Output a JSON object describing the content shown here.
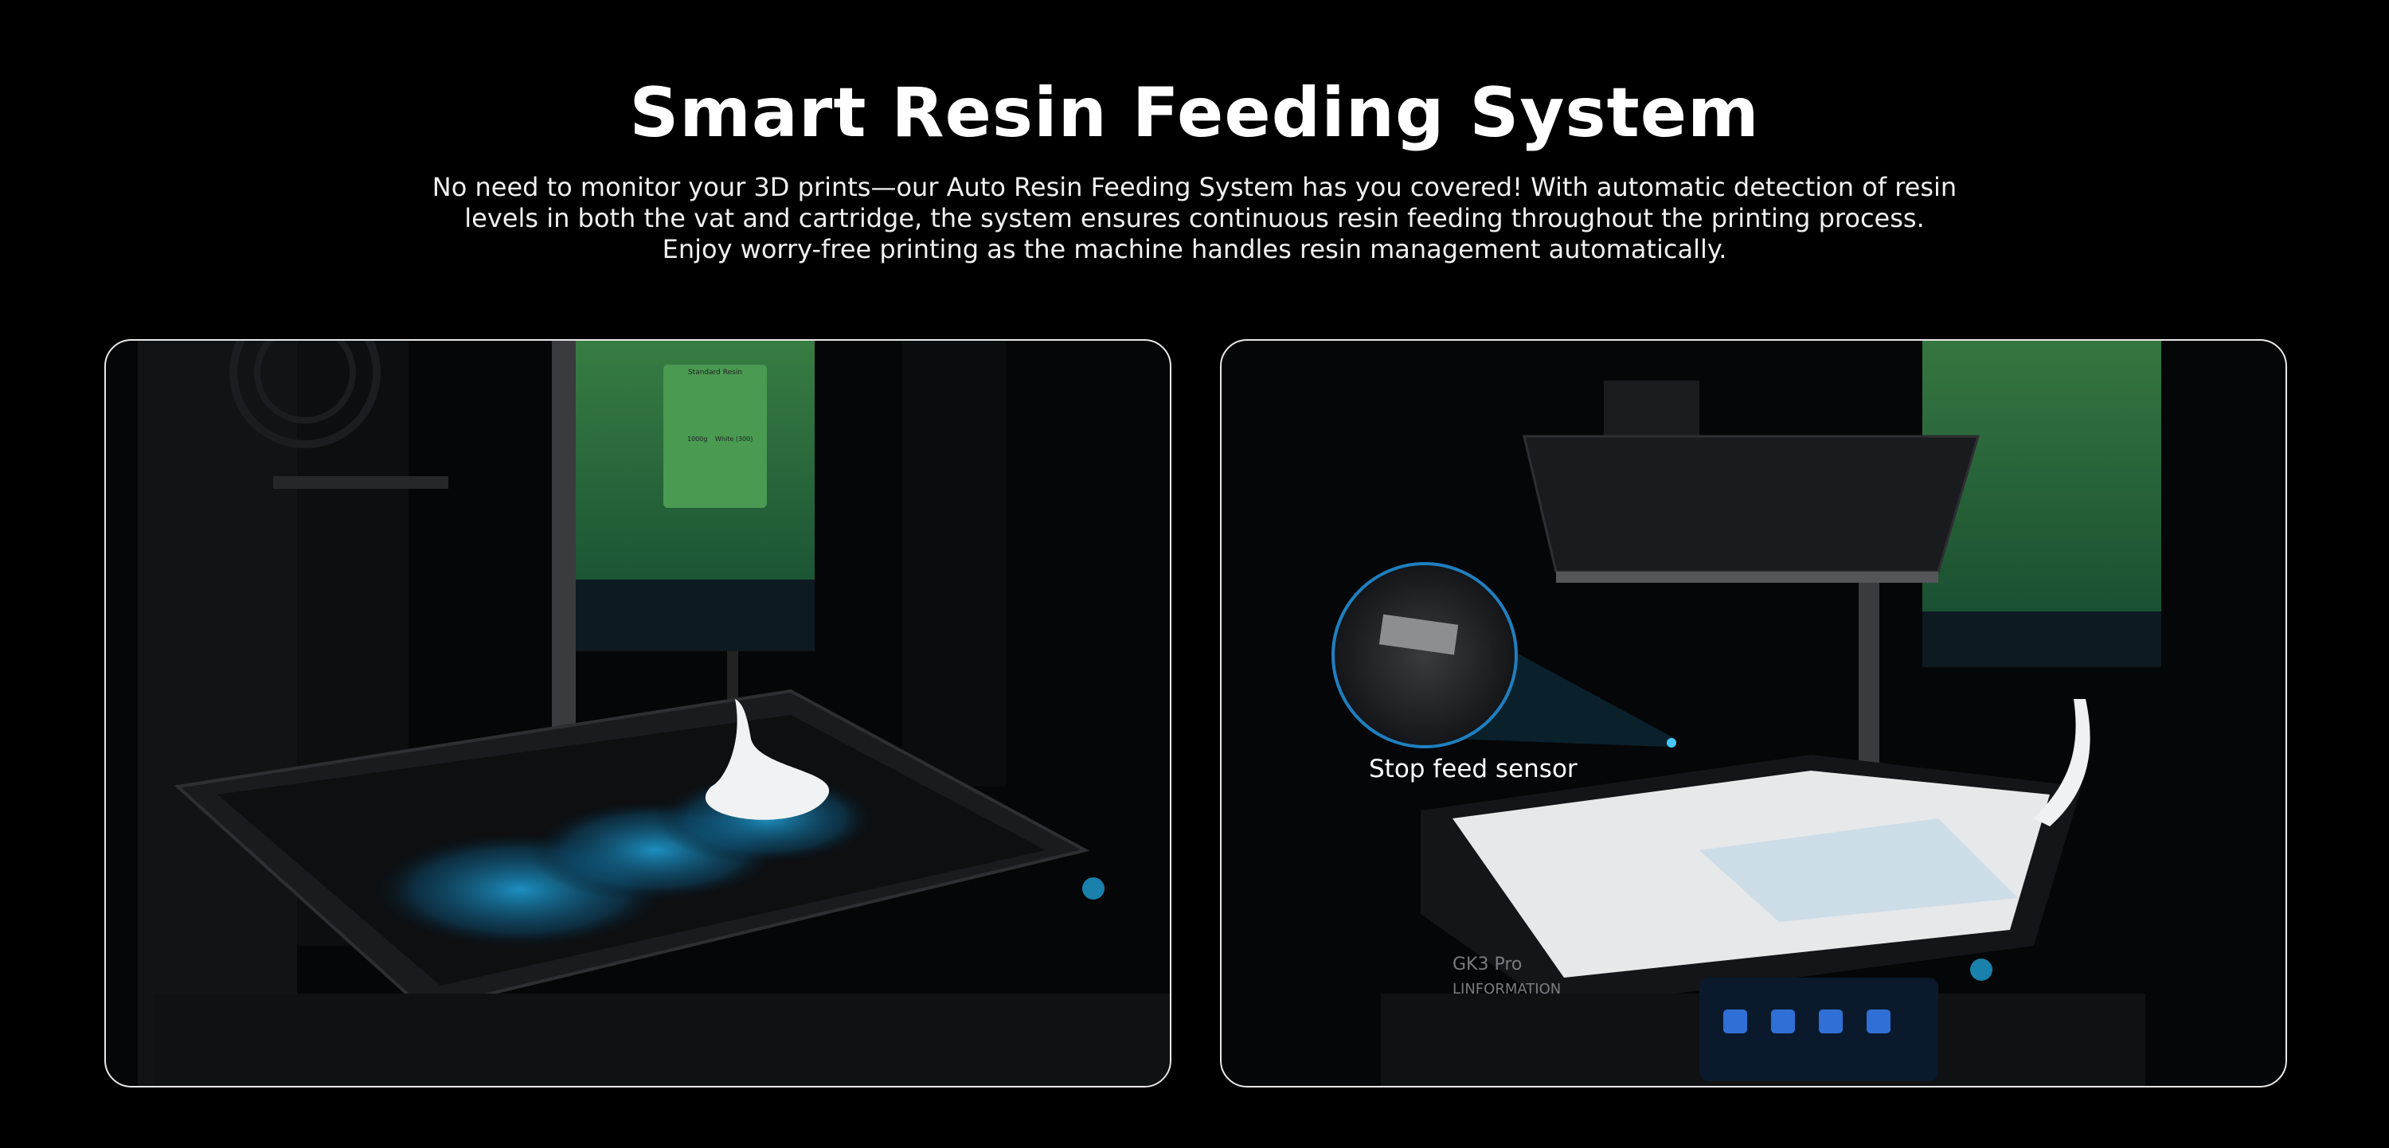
{
  "header": {
    "title": "Smart Resin Feeding System",
    "description_lines": [
      "No need to monitor your 3D prints—our Auto Resin Feeding System has you covered! With automatic detection of resin",
      "levels in both the vat and cartridge, the system ensures continuous resin feeding throughout the printing process.",
      "Enjoy worry-free printing as the machine handles resin management automatically."
    ]
  },
  "left_panel": {
    "cartridge_label": "Standard Resin",
    "cartridge_weight": "1000g",
    "cartridge_color": "White (300)"
  },
  "right_panel": {
    "sensor_label": "Stop feed sensor",
    "printer_model": "GK3 Pro",
    "brand": "LINFORMATION"
  },
  "colors": {
    "background": "#000000",
    "panel_border": "#e8e8e8",
    "cartridge_green": "#2f7a3a",
    "accent_blue": "#1f9fd6"
  }
}
